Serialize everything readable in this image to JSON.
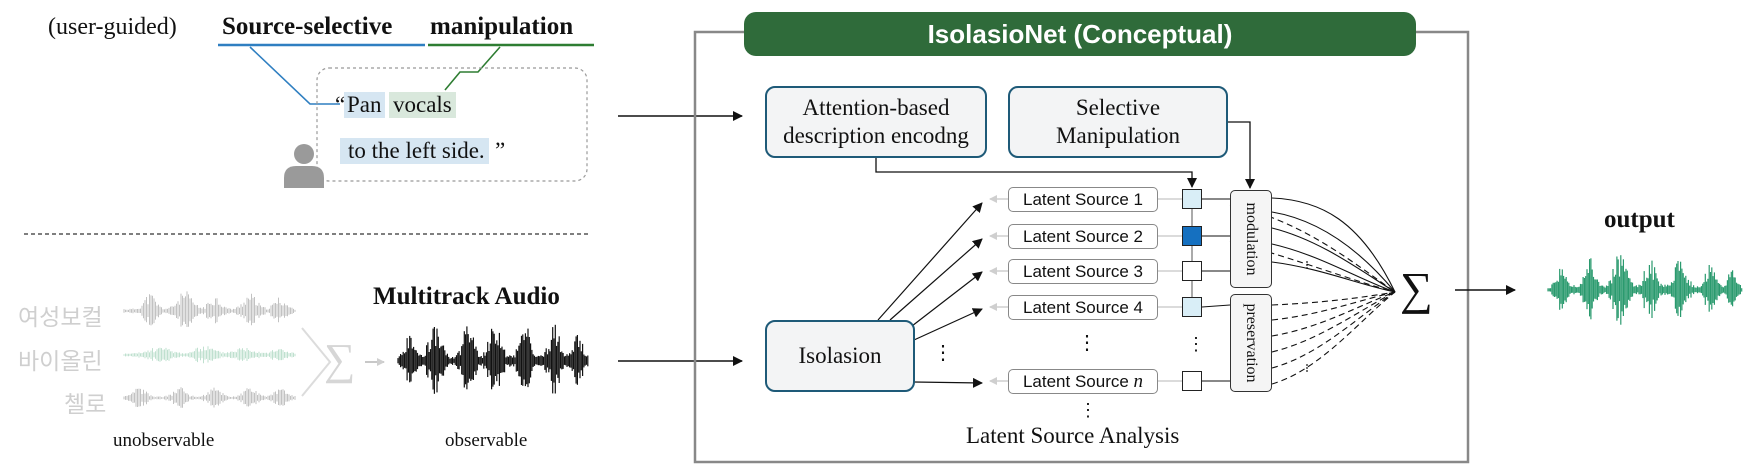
{
  "instruction": {
    "prefix": "(user-guided)",
    "title_part1": "Source-selective",
    "title_part2": "manipulation",
    "quote_open": "“",
    "word_pan": "Pan",
    "word_vocals": "vocals",
    "line2": "to the left side.",
    "quote_close": "”"
  },
  "audio": {
    "sources": [
      "여성보컬",
      "바이올린",
      "첼로"
    ],
    "sum_symbol": "∑",
    "multitrack_title": "Multitrack Audio",
    "unobservable_label": "unobservable",
    "observable_label": "observable"
  },
  "net": {
    "title": "IsolasioNet (Conceptual)",
    "attention_box": "Attention-based description encodng",
    "selective_box": "Selective Manipulation",
    "isolasion_box": "Isolasion",
    "latent_sources": [
      "Latent Source 1",
      "Latent Source 2",
      "Latent Source 3",
      "Latent Source 4"
    ],
    "latent_n_prefix": "Latent Source ",
    "latent_n_var": "n",
    "modulation_label": "modulation",
    "preservation_label": "preservation",
    "analysis_label": "Latent Source Analysis",
    "vdots": "⋮",
    "sum_symbol": "∑"
  },
  "output": {
    "label": "output"
  },
  "colors": {
    "title_bar": "#2f6b3a",
    "box_border": "#1e5a78",
    "blue_underline": "#2f7fc1",
    "green_underline": "#2e7d32",
    "highlight_blue": "#d6e6f2",
    "highlight_green": "#d9e8dc",
    "latent_square_dark": "#1570c0",
    "latent_square_light": "#d9eef7",
    "output_wave": "#2a9a6e"
  },
  "icons": {
    "user": "person-icon"
  }
}
